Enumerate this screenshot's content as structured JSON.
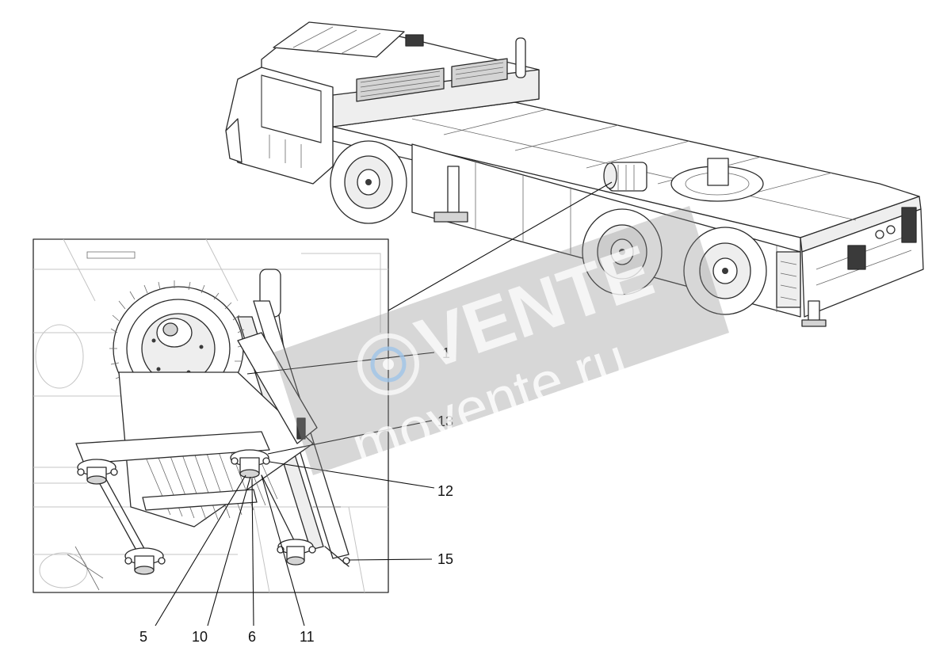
{
  "diagram": {
    "callouts": [
      {
        "id": "c1",
        "label": "1"
      },
      {
        "id": "c13",
        "label": "13"
      },
      {
        "id": "c12",
        "label": "12"
      },
      {
        "id": "c15",
        "label": "15"
      },
      {
        "id": "c5",
        "label": "5"
      },
      {
        "id": "c10",
        "label": "10"
      },
      {
        "id": "c6",
        "label": "6"
      },
      {
        "id": "c11",
        "label": "11"
      }
    ]
  },
  "watermark": {
    "brand": "VENTE",
    "site": "movente.ru"
  },
  "colors": {
    "line": "#2a2a2a",
    "watermark": "#8c8c8c",
    "background": "#ffffff"
  }
}
